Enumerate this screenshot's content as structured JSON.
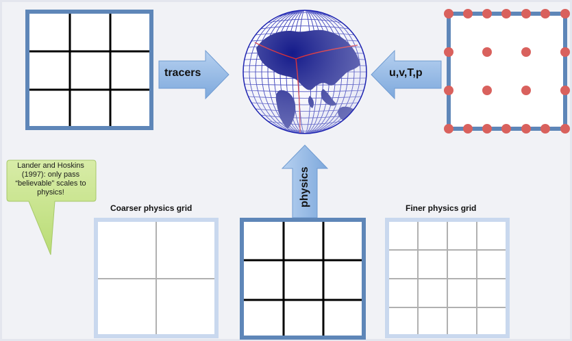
{
  "arrows": {
    "tracers": "tracers",
    "state_vars": "u,v,T,p",
    "physics": "physics"
  },
  "grid_labels": {
    "coarser": "Coarser physics grid",
    "finer": "Finer physics grid"
  },
  "callout": {
    "text": "Lander and Hoskins (1997): only pass “believable” scales to physics!"
  },
  "colors": {
    "frame_blue": "#5e86b8",
    "light_frame": "#c9d8ee",
    "arrow_blue": "#8fb5e3",
    "dot_red": "#d9615d",
    "callout_green": "#c6e486",
    "globe_blue": "#1c22b0",
    "cube_edge_red": "#d8262e"
  },
  "icons": [
    "globe-icon",
    "dots-grid-icon"
  ]
}
